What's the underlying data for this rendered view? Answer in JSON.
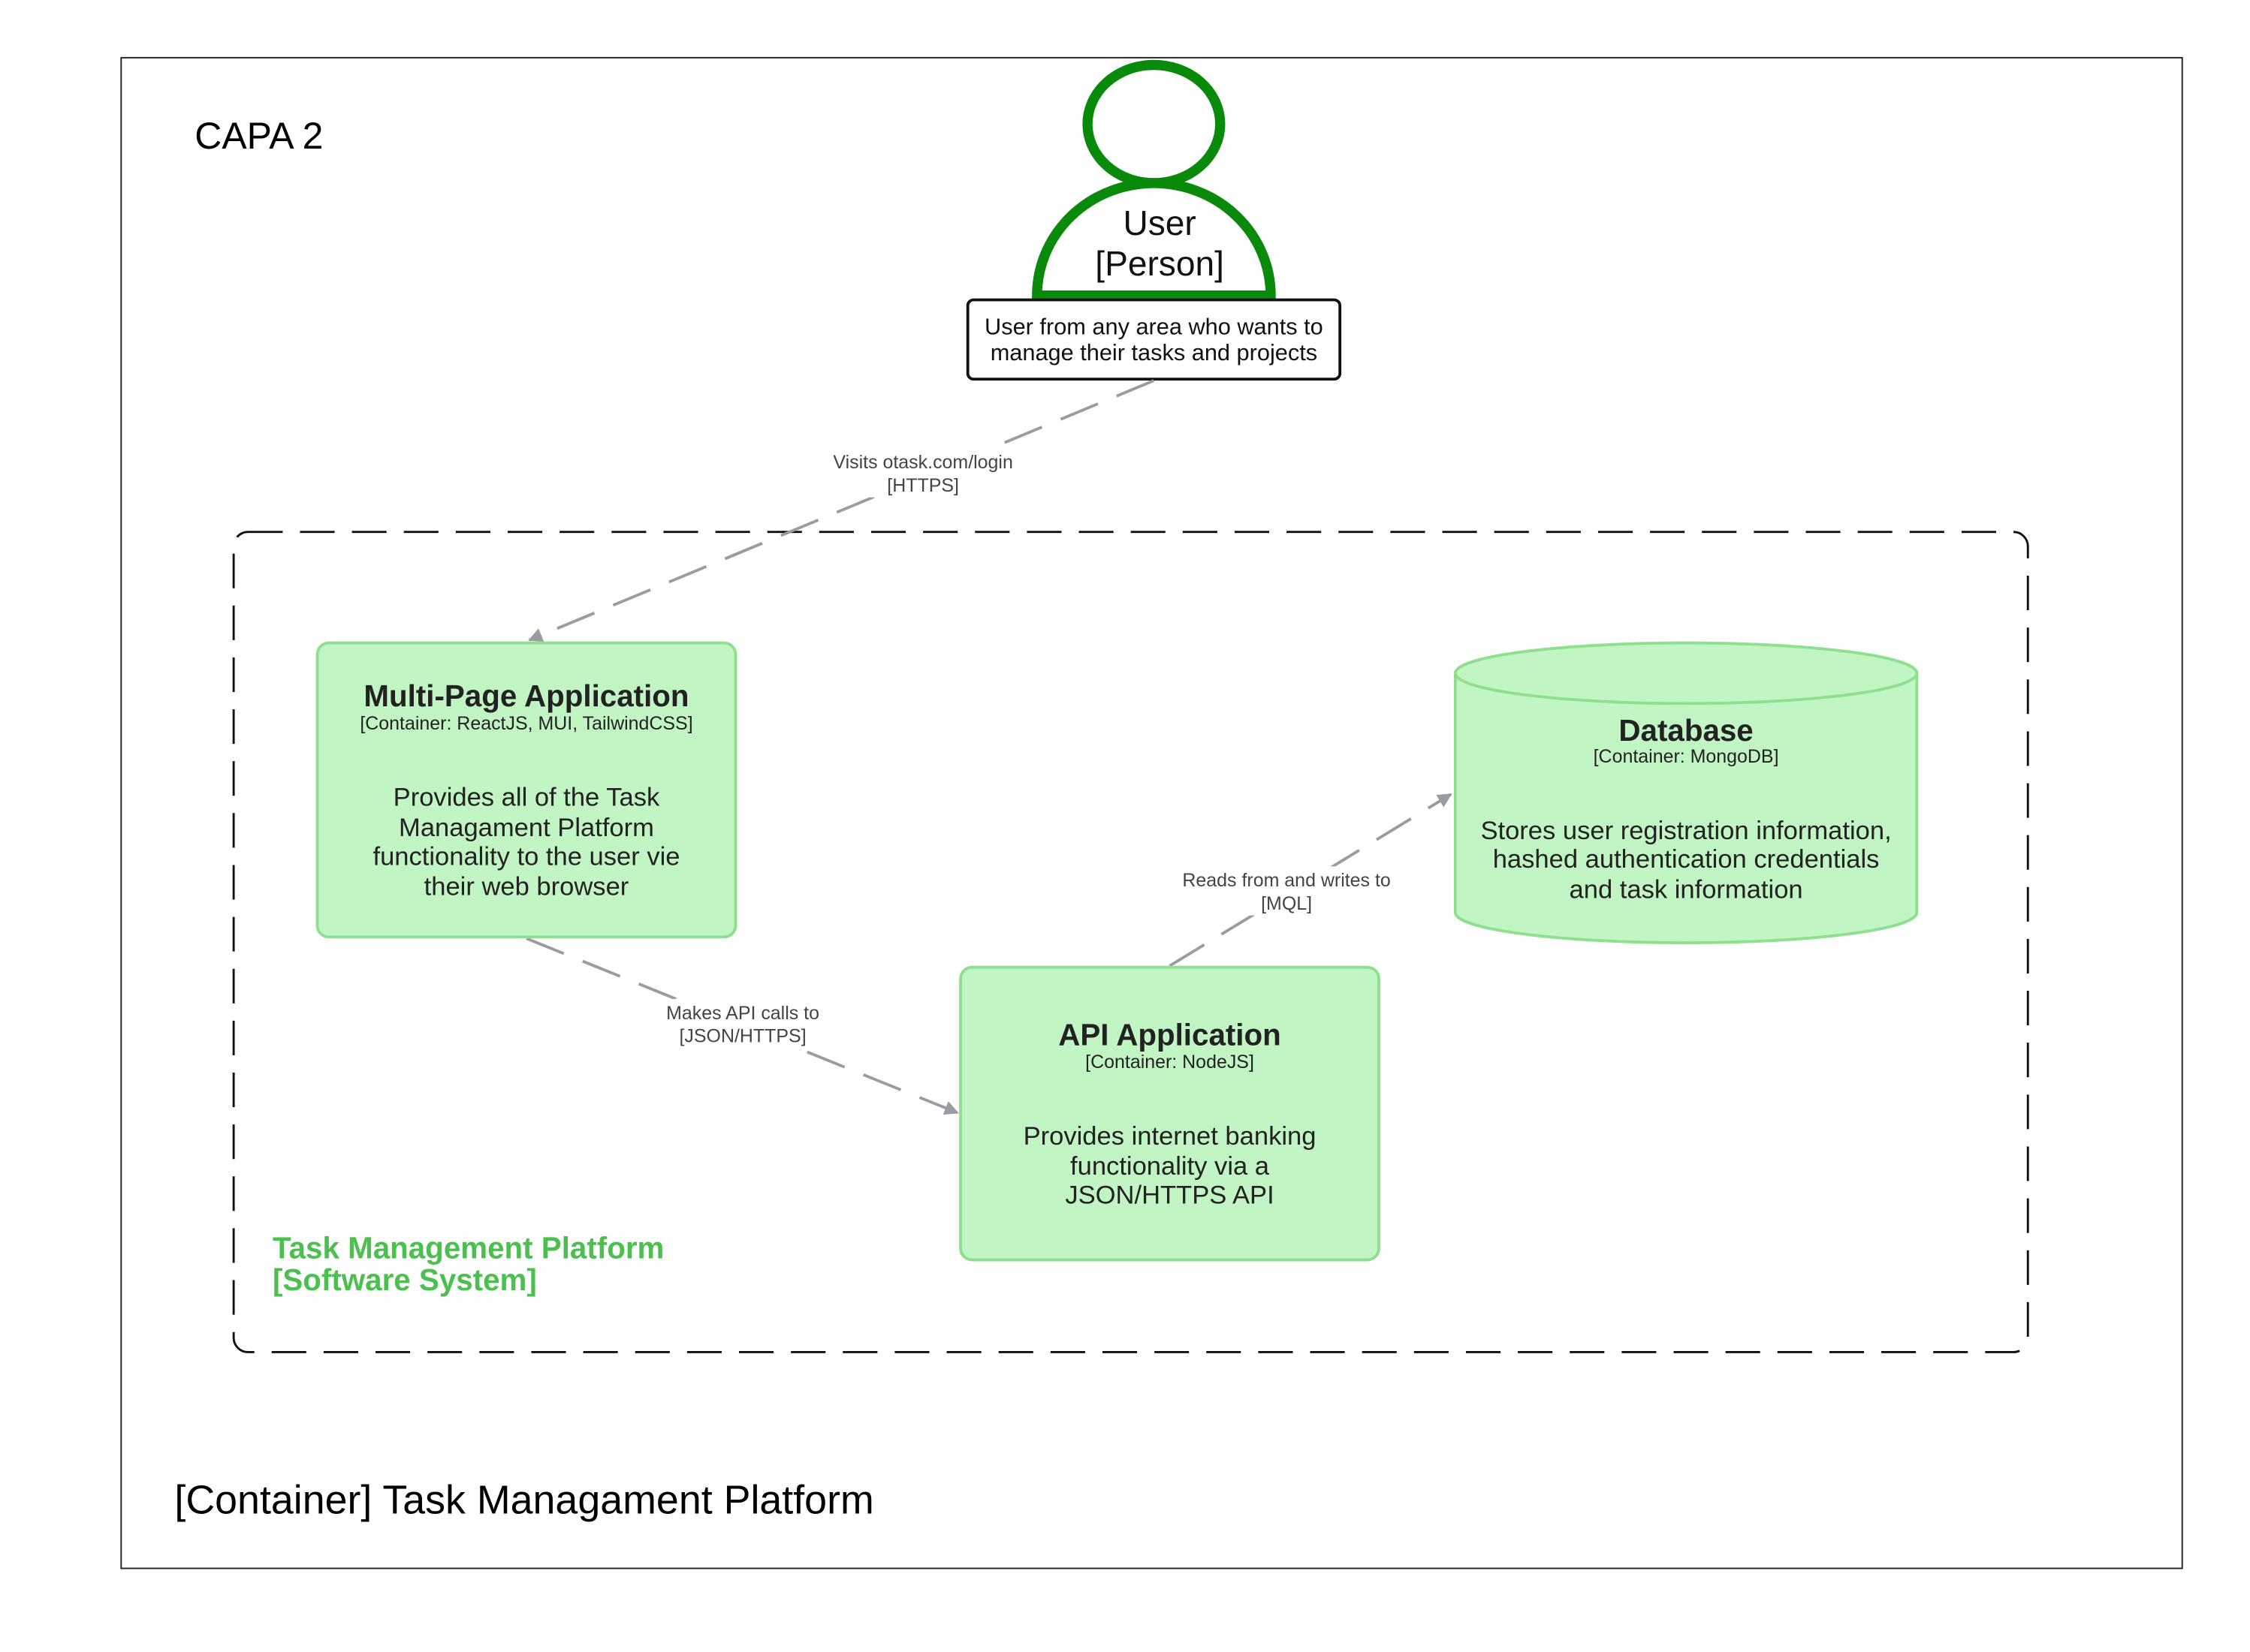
{
  "layer_label": "CAPA 2",
  "diagram_title": "[Container] Task Managament Platform",
  "person": {
    "name": "User",
    "type": "[Person]",
    "description_lines": [
      "User from any area who wants to",
      "manage their tasks and projects"
    ]
  },
  "system_boundary": {
    "name": "Task Management Platform",
    "type": "[Software System]"
  },
  "containers": {
    "spa": {
      "name": "Multi-Page Application",
      "tech": "[Container: ReactJS, MUI, TailwindCSS]",
      "description_lines": [
        "Provides all of the Task",
        "Managament Platform",
        "functionality to the user vie",
        "their web browser"
      ]
    },
    "api": {
      "name": "API Application",
      "tech": "[Container: NodeJS]",
      "description_lines": [
        "Provides internet banking",
        "functionality via a",
        "JSON/HTTPS API"
      ]
    },
    "database": {
      "name": "Database",
      "tech": "[Container: MongoDB]",
      "description_lines": [
        "Stores user registration information,",
        "hashed authentication credentials",
        "and task information"
      ]
    }
  },
  "relations": {
    "user_to_spa": {
      "label": "Visits otask.com/login",
      "tech": "[HTTPS]"
    },
    "spa_to_api": {
      "label": "Makes API calls to",
      "tech": "[JSON/HTTPS]"
    },
    "api_to_db": {
      "label": "Reads from and writes to",
      "tech": "[MQL]"
    }
  },
  "colors": {
    "person_stroke": "#0a8a0a",
    "container_fill": "#c2f5c4",
    "container_stroke": "#8ee08f",
    "boundary_label": "#4cc04f",
    "edge": "#9a9ca3",
    "text": "#222222"
  }
}
